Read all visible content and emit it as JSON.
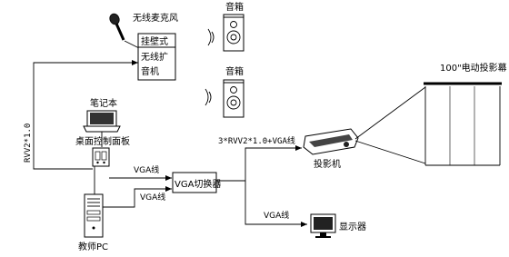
{
  "labels": {
    "wireless_mic": "无线麦克风",
    "amplifier": "挂壁式无线扩音机",
    "speaker_top": "音箱",
    "speaker_bottom": "音箱",
    "screen": "100\"电动投影幕",
    "laptop": "笔记本",
    "desk_panel": "桌面控制面板",
    "cable_rvv": "RVV2*1.0",
    "cable_vga_1": "VGA线",
    "cable_vga_2": "VGA线",
    "cable_vga_3": "VGA线",
    "cable_projector": "3*RVV2*1.0+VGA线",
    "vga_switch": "VGA切换器",
    "projector": "投影机",
    "monitor": "显示器",
    "teacher_pc": "教师PC"
  }
}
